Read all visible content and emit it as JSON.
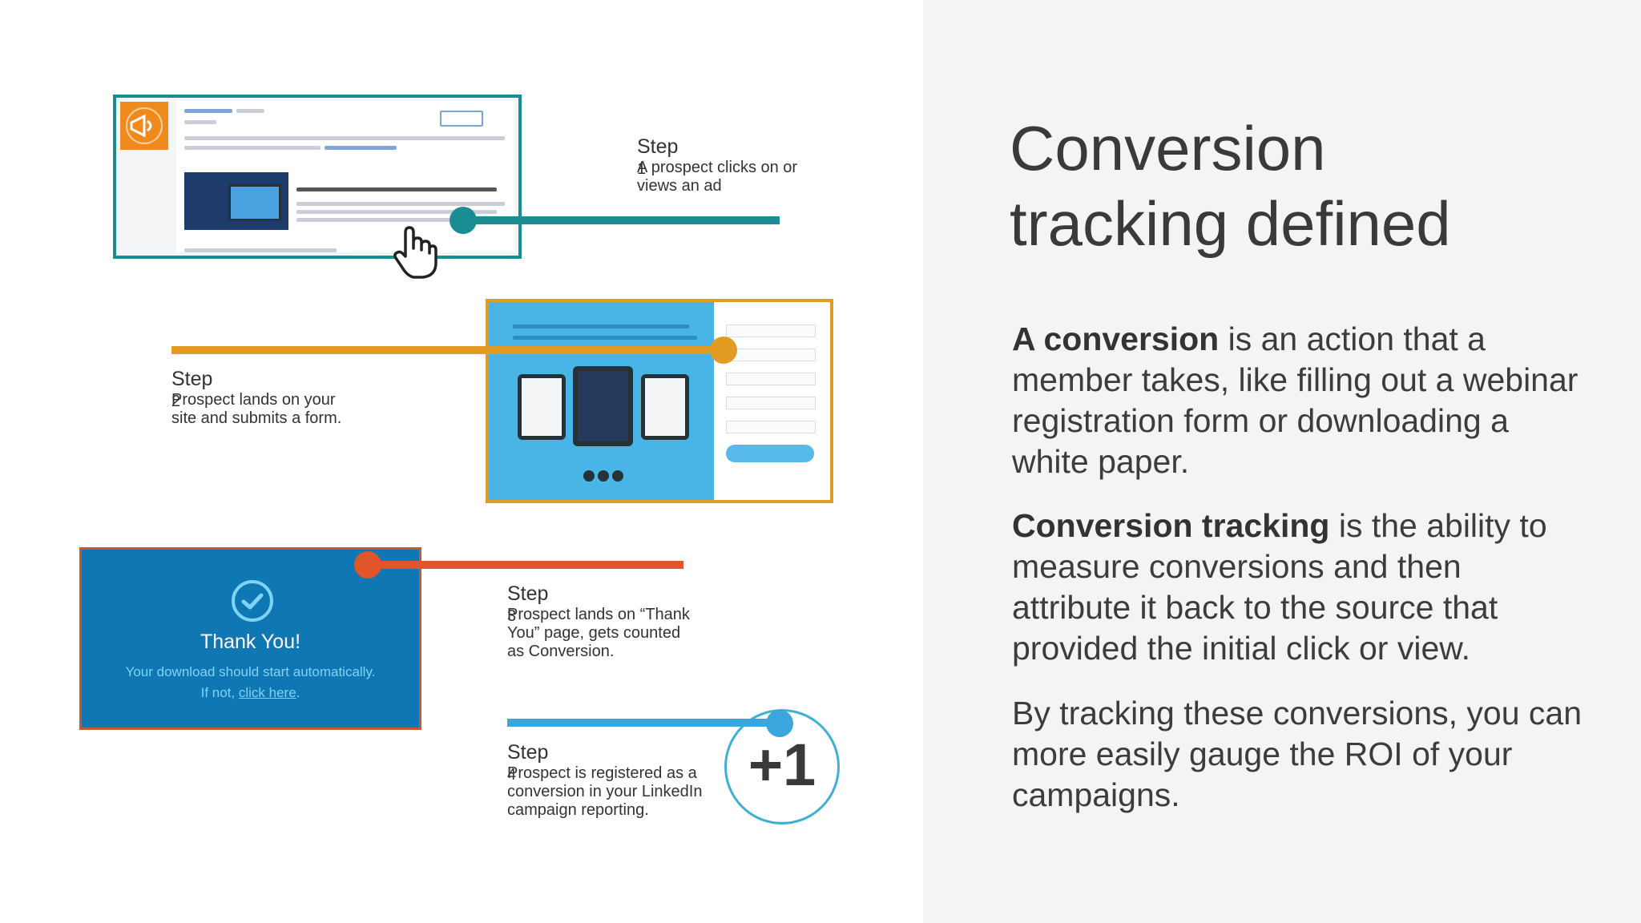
{
  "slide": {
    "title_line1": "Conversion",
    "title_line2": "tracking defined",
    "p1_bold": "A conversion",
    "p1_rest": " is an action that a member takes, like filling out a webinar registration form or downloading a white paper.",
    "p2_bold": "Conversion tracking",
    "p2_rest": " is the ability to measure conversions and then attribute it back to the source that provided the initial click or view.",
    "p3": "By tracking these conversions, you can more easily gauge the ROI of your campaigns."
  },
  "steps": [
    {
      "label": "Step",
      "number": "1",
      "text": "A prospect clicks on or views an ad"
    },
    {
      "label": "Step",
      "number": "2",
      "text": "Prospect lands on your site and submits a form."
    },
    {
      "label": "Step",
      "number": "3",
      "text": "Prospect lands on “Thank You” page, gets counted as Conversion."
    },
    {
      "label": "Step",
      "number": "4",
      "text": "Prospect is registered as a conversion in your LinkedIn campaign reporting."
    }
  ],
  "thank_you": {
    "title": "Thank You!",
    "line1": "Your download should start automatically.",
    "line2_prefix": "If not, ",
    "line2_link": "click here",
    "line2_suffix": "."
  },
  "plus_one": "+1",
  "colors": {
    "step1": "#1a8c94",
    "step2": "#e39b24",
    "step3": "#e0552a",
    "step4": "#3aa6dd",
    "right_panel": "#f4f4f5"
  }
}
